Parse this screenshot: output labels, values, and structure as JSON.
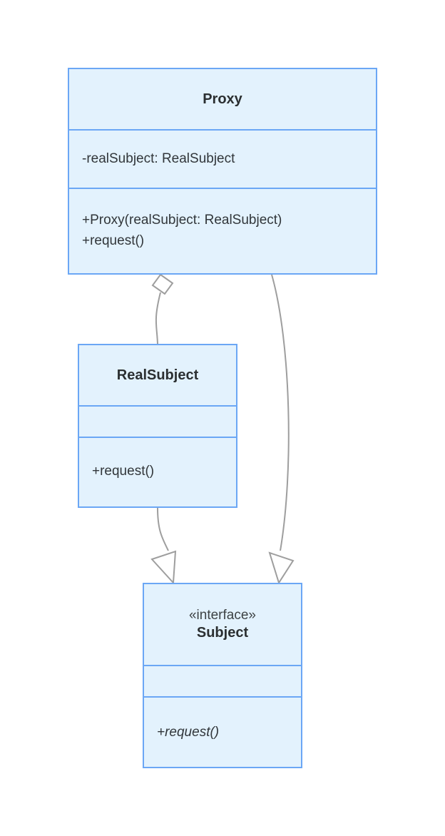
{
  "diagram": {
    "type": "uml-class-diagram",
    "pattern": "Proxy",
    "background_color": "#ffffff",
    "box_fill_color": "#e3f2fd",
    "box_border_color": "#6ba7f5",
    "connector_color": "#9e9e9e",
    "text_color": "#31363a",
    "classes": [
      {
        "id": "proxy",
        "name": "Proxy",
        "stereotype": "",
        "attributes": [
          "-realSubject: RealSubject"
        ],
        "methods": [
          "+Proxy(realSubject: RealSubject)",
          "+request()"
        ]
      },
      {
        "id": "realsubject",
        "name": "RealSubject",
        "stereotype": "",
        "attributes": [],
        "methods": [
          "+request()"
        ]
      },
      {
        "id": "subject",
        "name": "Subject",
        "stereotype": "«interface»",
        "attributes": [],
        "methods": [
          "+request()"
        ]
      }
    ],
    "relationships": [
      {
        "id": "proxy-aggregates-realsubject",
        "from": "proxy",
        "to": "realsubject",
        "kind": "aggregation",
        "marker": "hollow-diamond"
      },
      {
        "id": "proxy-realizes-subject",
        "from": "proxy",
        "to": "subject",
        "kind": "realization",
        "marker": "hollow-triangle"
      },
      {
        "id": "realsubject-realizes-subject",
        "from": "realsubject",
        "to": "subject",
        "kind": "realization",
        "marker": "hollow-triangle"
      }
    ]
  }
}
